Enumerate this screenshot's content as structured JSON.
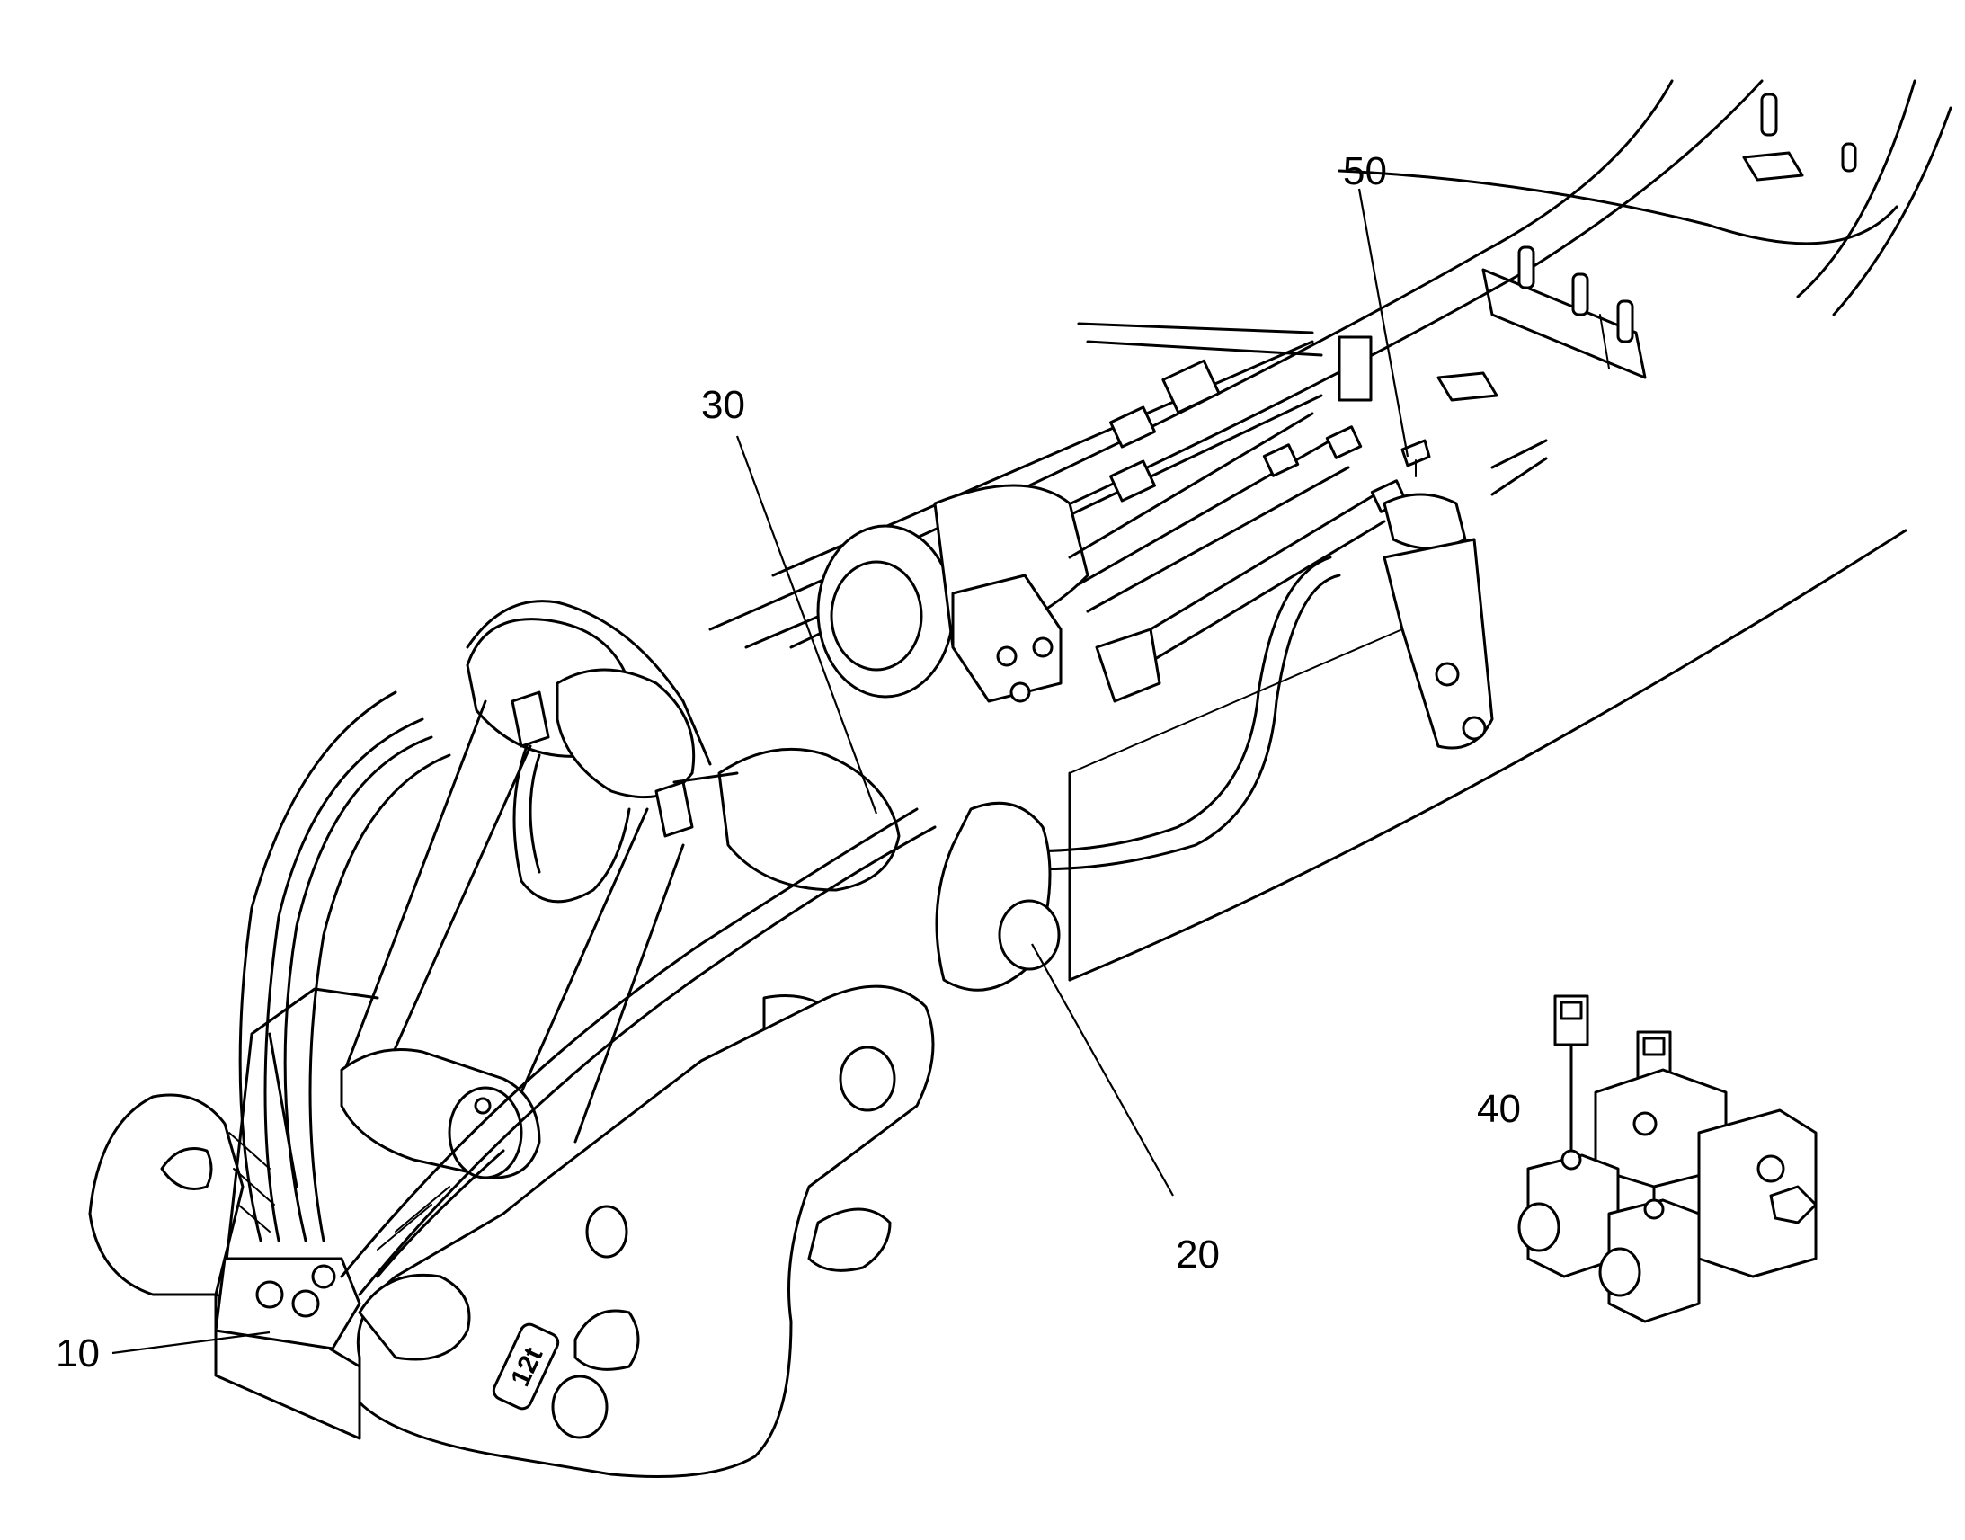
{
  "callouts": [
    {
      "id": "10",
      "label": "10"
    },
    {
      "id": "20",
      "label": "20"
    },
    {
      "id": "30",
      "label": "30"
    },
    {
      "id": "40",
      "label": "40"
    },
    {
      "id": "50",
      "label": "50"
    }
  ],
  "plate_marking": "12t"
}
